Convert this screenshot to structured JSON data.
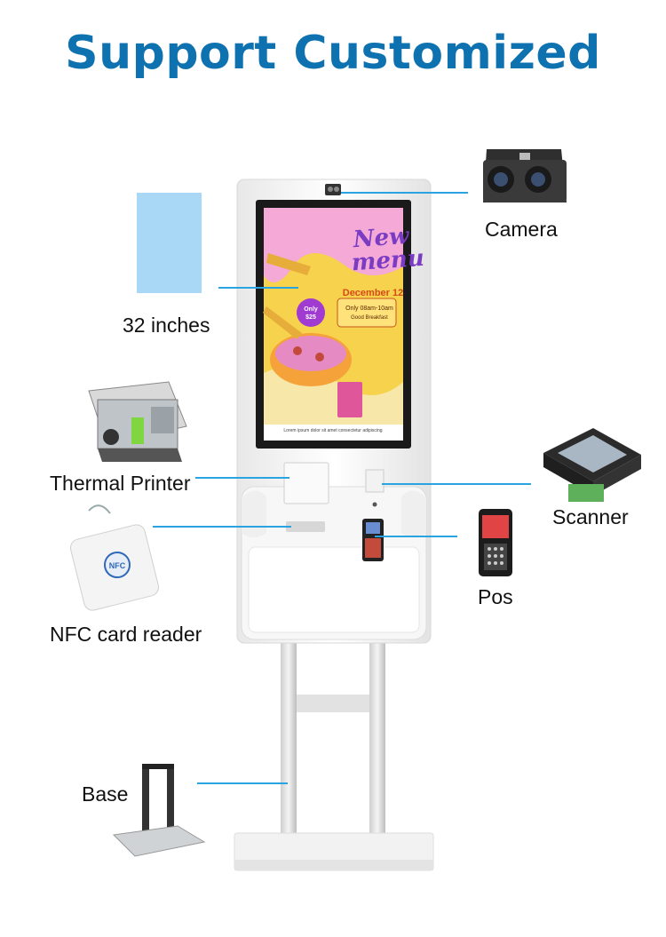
{
  "title": "Support Customized",
  "labels": {
    "camera": "Camera",
    "screen_size": "32 inches",
    "thermal_printer": "Thermal Printer",
    "scanner": "Scanner",
    "nfc": "NFC card reader",
    "pos": "Pos",
    "base": "Base"
  },
  "screen": {
    "headline": "New menu",
    "date": "December 12",
    "time": "Only 08am-10am",
    "sub": "Good Breakfast",
    "badge": "Only $25",
    "footer": "Lorem ipsum dolor sit amet consectetur adipiscing"
  },
  "nfc_logo": "NFC",
  "colors": {
    "title": "#0f72b0",
    "callout_line": "#2aa3e3",
    "screen_panel": "#a8d8f5"
  }
}
